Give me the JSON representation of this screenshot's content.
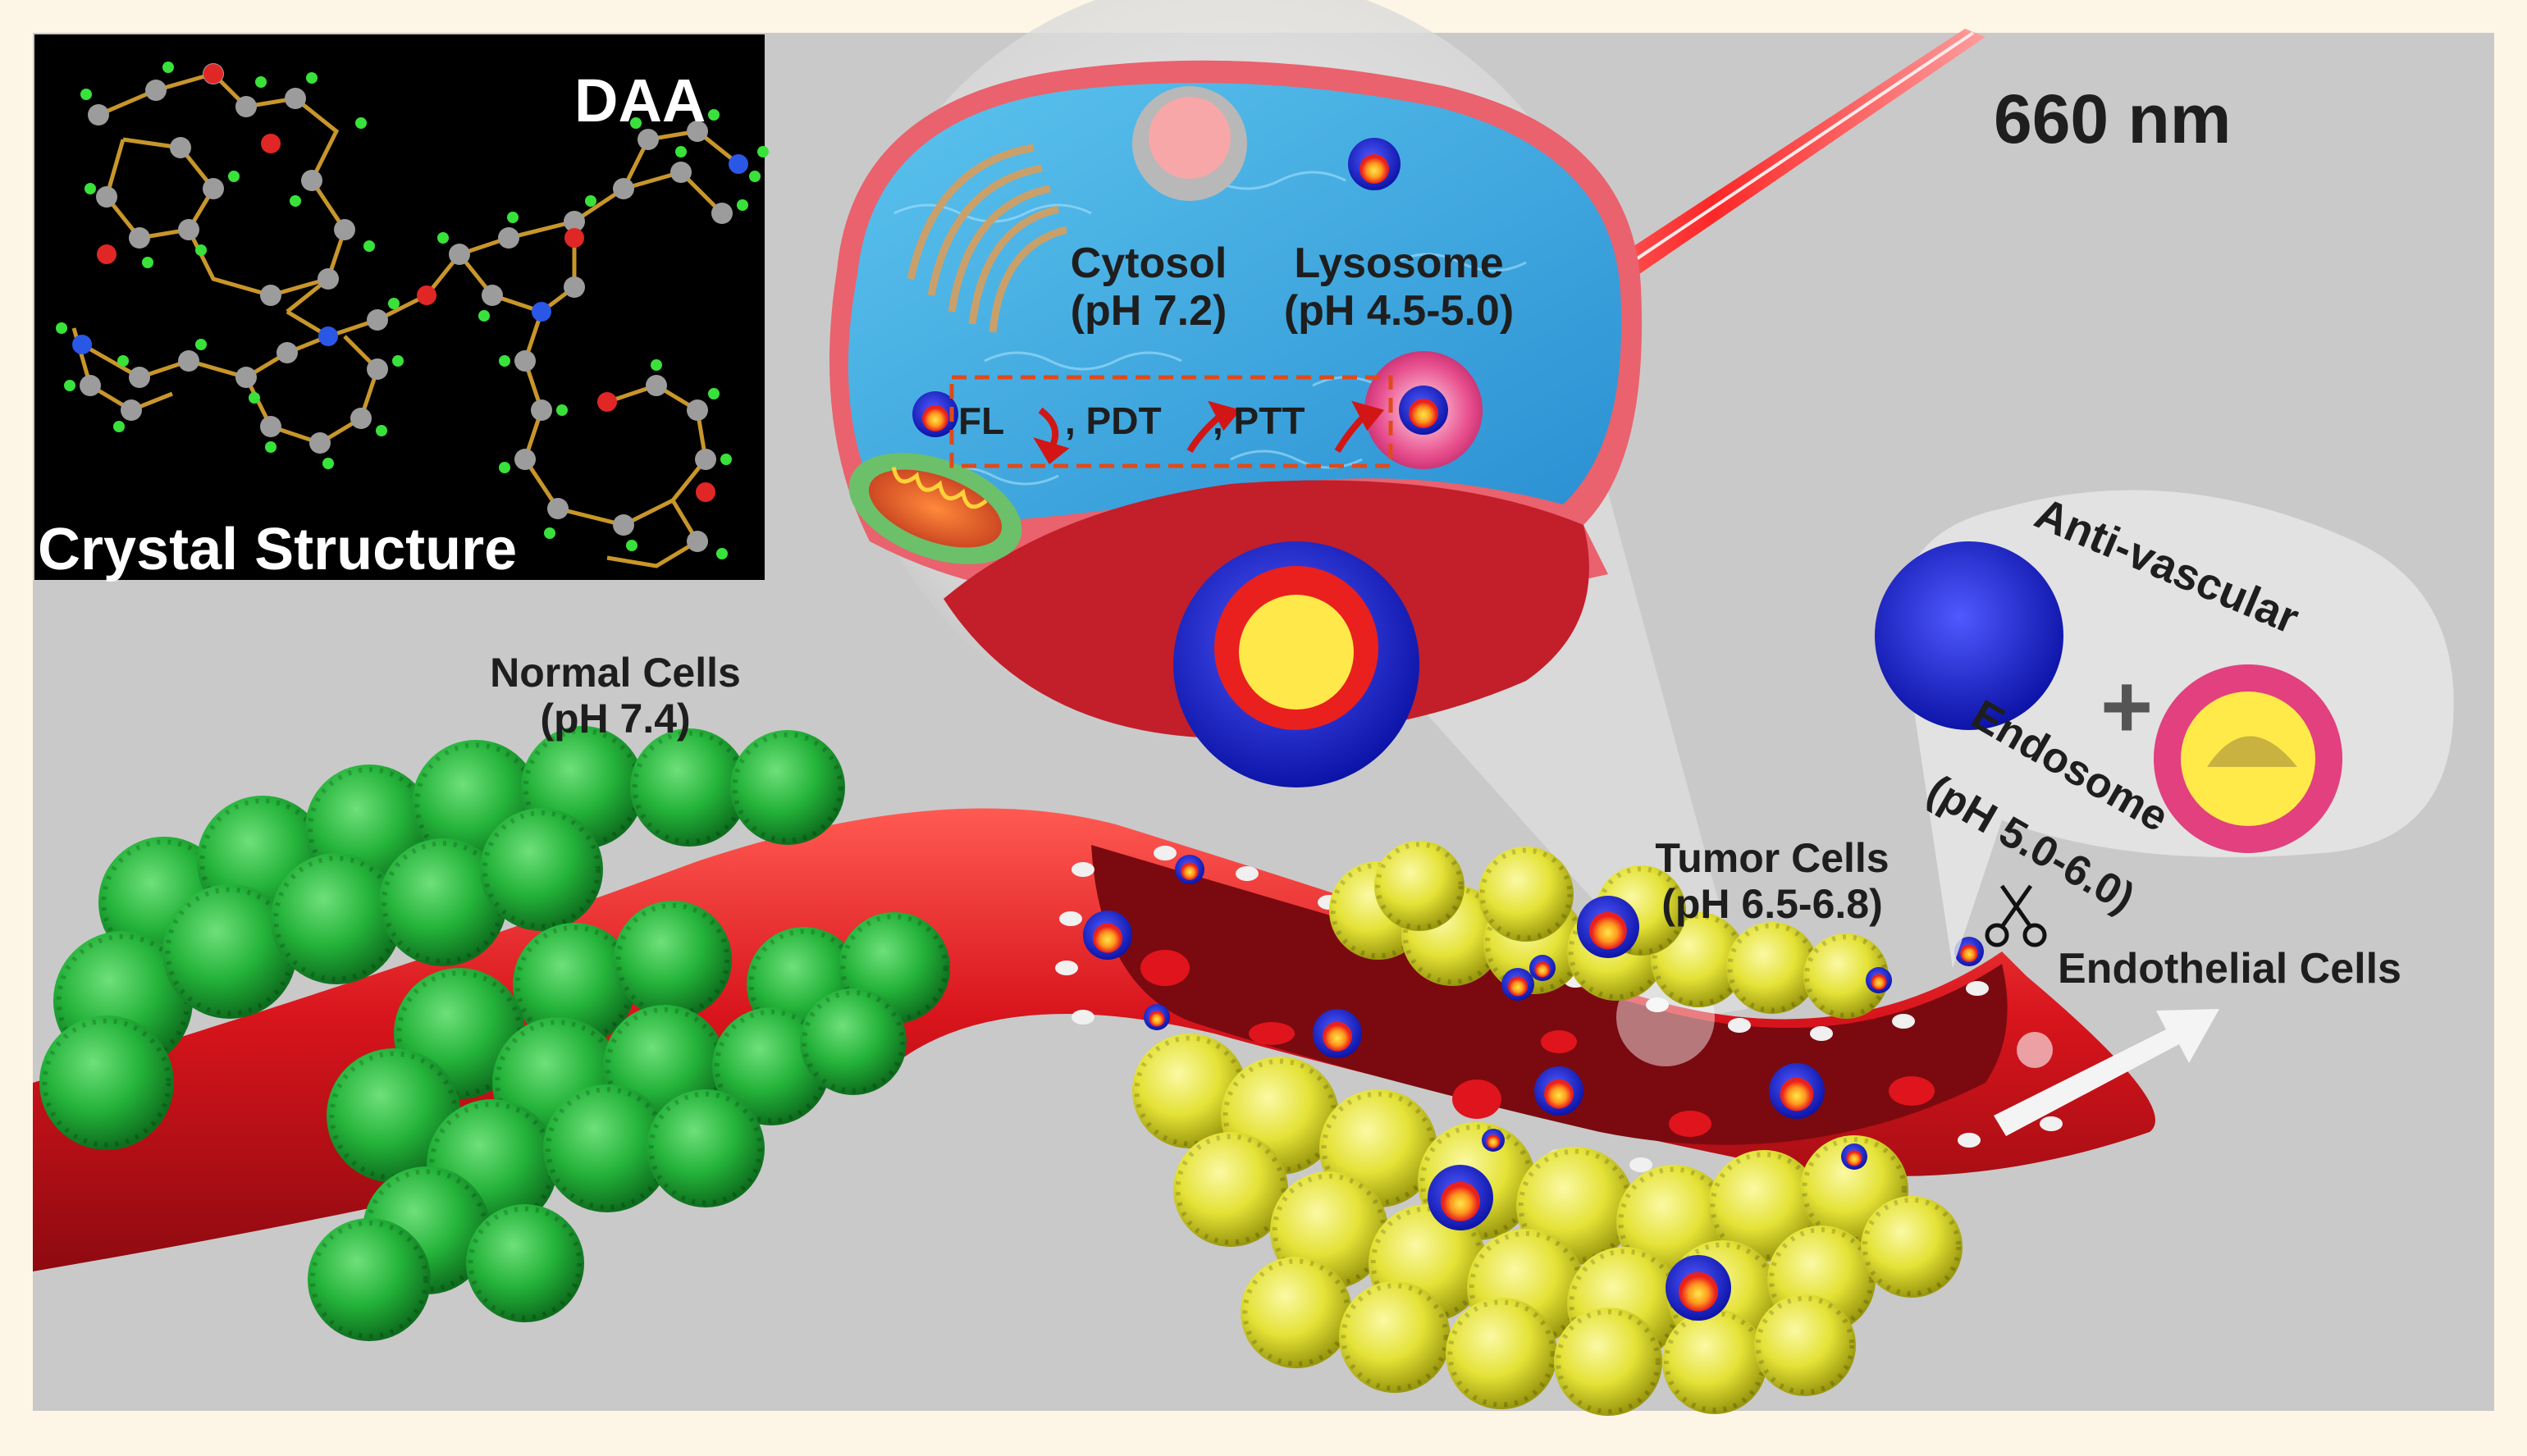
{
  "inset": {
    "title": "DAA",
    "caption": "Crystal Structure"
  },
  "laser": {
    "wavelength": "660 nm"
  },
  "cell": {
    "cytosol_name": "Cytosol",
    "cytosol_ph": "(pH 7.2)",
    "lysosome_name": "Lysosome",
    "lysosome_ph": "(pH 4.5-5.0)",
    "modes": [
      ", PDT",
      ", PTT"
    ],
    "fl": "FL"
  },
  "normal": {
    "name": "Normal Cells",
    "ph": "(pH 7.4)"
  },
  "tumor": {
    "name": "Tumor Cells",
    "ph": "(pH 6.5-6.8)"
  },
  "endothelial": {
    "name": "Endothelial Cells"
  },
  "endosome": {
    "title": "Anti-vascular",
    "plus": "+",
    "name": "Endosome",
    "ph": "(pH 5.0-6.0)"
  },
  "colors": {
    "background": "#c9c9c9",
    "vessel": "#d3121c",
    "normal_cells": "#27b43b",
    "tumor_cells": "#e5e33a",
    "nanoparticle_shell": "#1c22d8",
    "laser": "#ff2a2a"
  }
}
